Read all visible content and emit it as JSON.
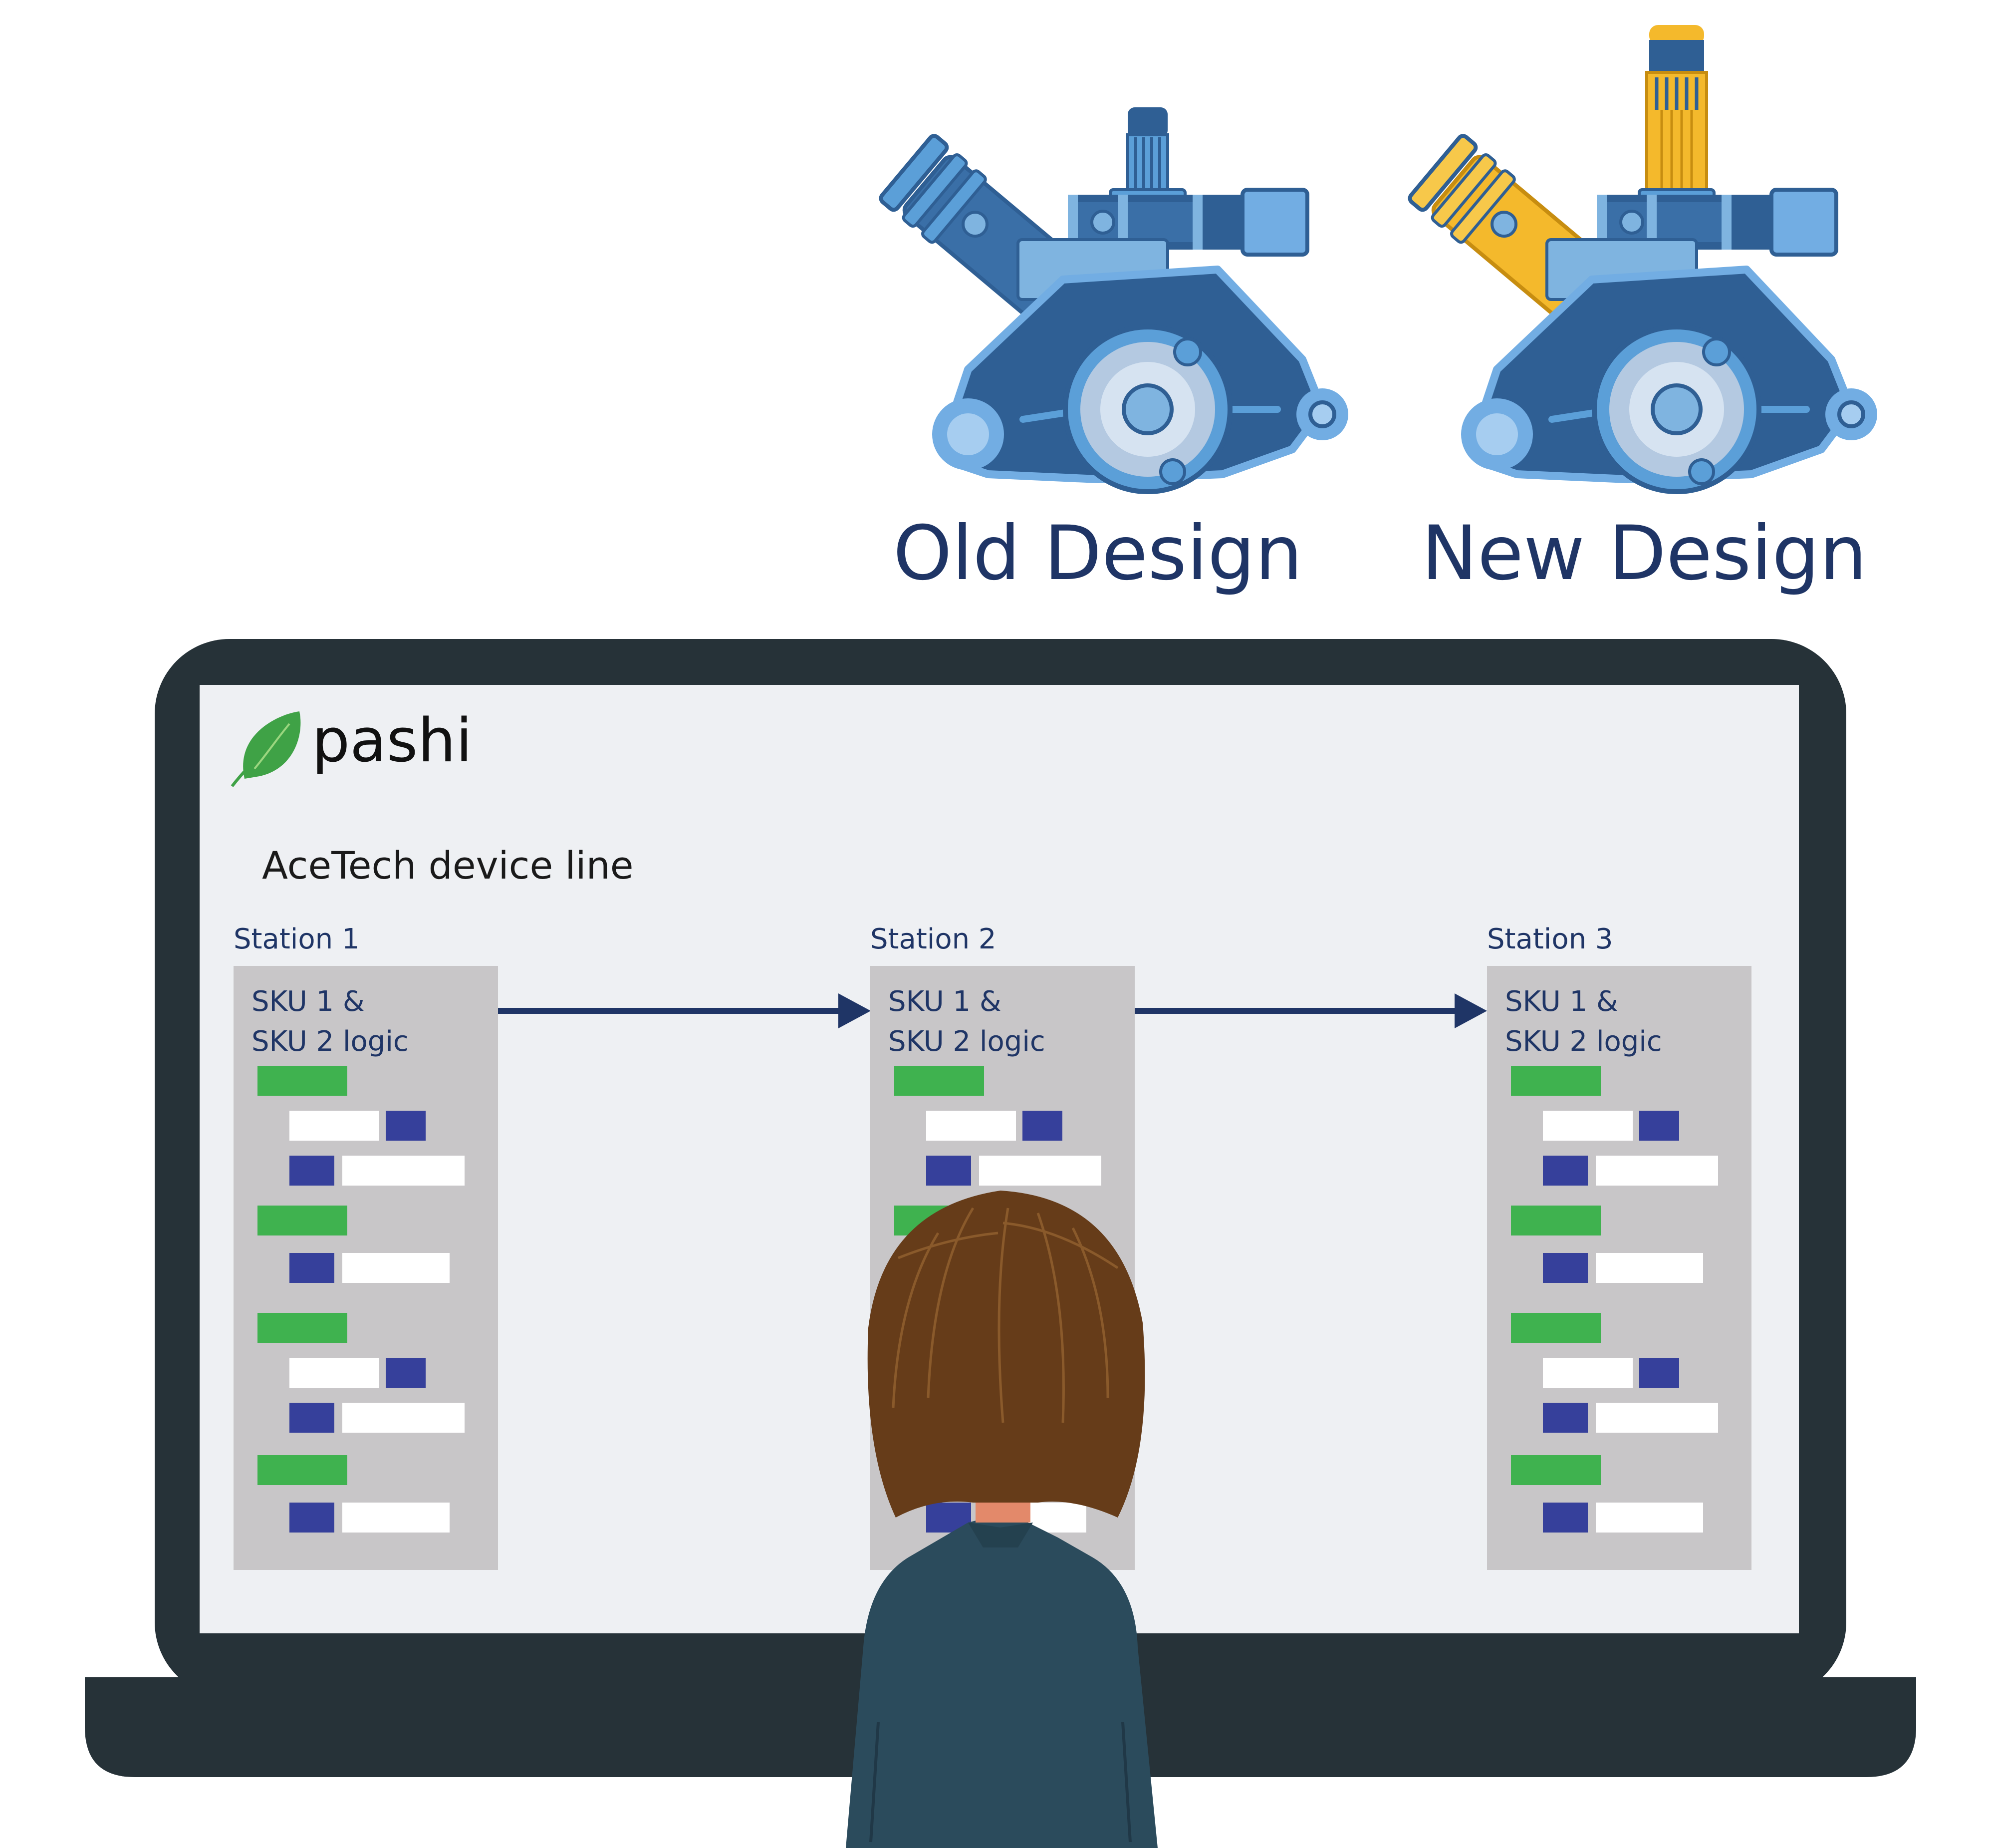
{
  "designs": {
    "old_label": "Old Design",
    "new_label": "New Design",
    "old_accent": "#2f5f94",
    "new_accent": "#f4b92c"
  },
  "app": {
    "logo_text": "pashi",
    "page_title": "AceTech device line"
  },
  "stations": [
    {
      "title": "Station 1",
      "card_line1": "SKU 1  &",
      "card_line2": "SKU 2 logic"
    },
    {
      "title": "Station 2",
      "card_line1": "SKU 1  &",
      "card_line2": "SKU 2 logic"
    },
    {
      "title": "Station 3",
      "card_line1": "SKU 1  &",
      "card_line2": "SKU 2 logic"
    }
  ],
  "colors": {
    "laptop_frame": "#263238",
    "screen_bg": "#eef0f3",
    "card_bg": "#c8c6c8",
    "text_navy": "#1f3566",
    "bar_green": "#3fb24f",
    "bar_blue": "#36409b",
    "bar_white": "#ffffff",
    "hair": "#663c19",
    "jacket": "#2b4b5c",
    "leaf": "#3fa246"
  }
}
